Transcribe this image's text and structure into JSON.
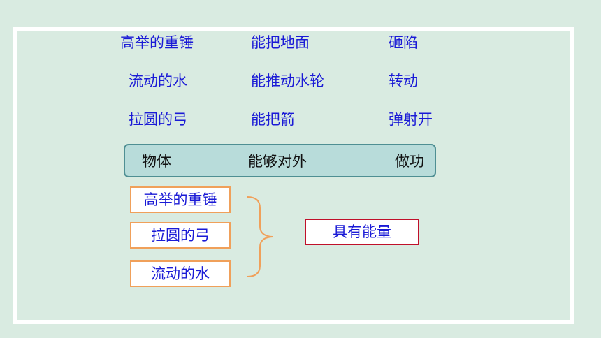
{
  "rows": [
    {
      "subject": "高举的重锤",
      "action": "能把地面",
      "result": "砸陷"
    },
    {
      "subject": "流动的水",
      "action": "能推动水轮",
      "result": "转动"
    },
    {
      "subject": "拉圆的弓",
      "action": "能把箭",
      "result": "弹射开"
    }
  ],
  "summary": {
    "subject": "物体",
    "action": "能够对外",
    "result": "做功"
  },
  "examples": [
    "高举的重锤",
    "拉圆的弓",
    "流动的水"
  ],
  "conclusion": "具有能量",
  "colors": {
    "background": "#d9ebe1",
    "text_blue": "#1a1ad6",
    "summary_fill": "#b8dcda",
    "summary_border": "#4f8f93",
    "orange_border": "#f0a05a",
    "red_border": "#c0102a"
  }
}
